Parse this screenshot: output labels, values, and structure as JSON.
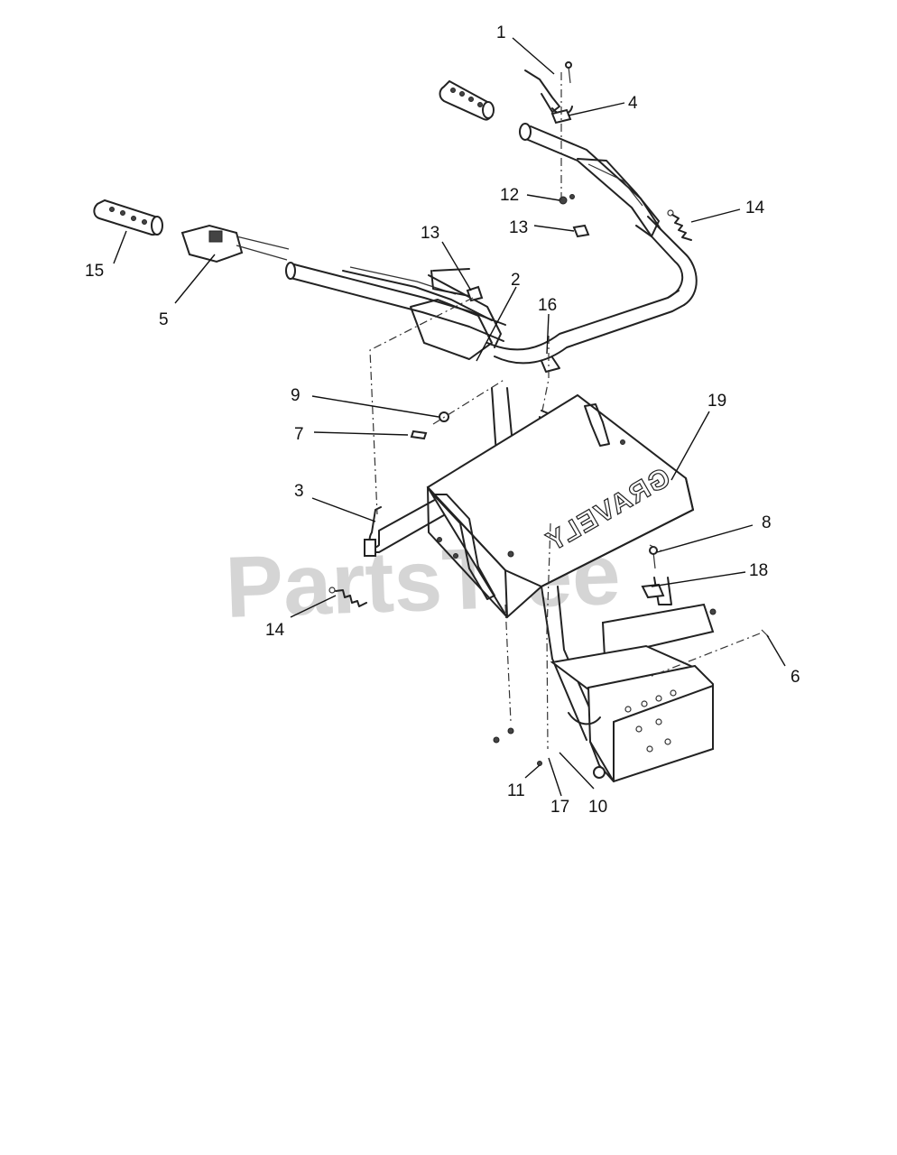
{
  "watermark": "PartsTree",
  "brand_plate": "GRAVELY",
  "callouts": {
    "c1": "1",
    "c2": "2",
    "c3": "3",
    "c4": "4",
    "c5": "5",
    "c6": "6",
    "c7": "7",
    "c8": "8",
    "c9": "9",
    "c10": "10",
    "c11": "11",
    "c12": "12",
    "c13a": "13",
    "c13b": "13",
    "c14a": "14",
    "c14b": "14",
    "c15": "15",
    "c16": "16",
    "c17": "17",
    "c18": "18",
    "c19": "19"
  }
}
